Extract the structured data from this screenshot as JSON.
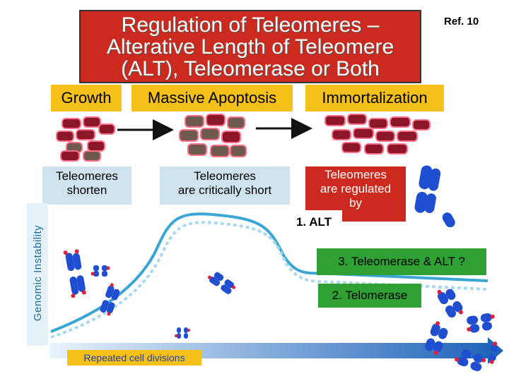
{
  "title": {
    "line1": "Regulation of Teleomeres –",
    "line2": "Alterative Length of Teleomere",
    "line3": "(ALT), Teleomerase or Both"
  },
  "ref": "Ref. 10",
  "stages": {
    "growth": "Growth",
    "apoptosis": "Massive Apoptosis",
    "immortalization": "Immortalization"
  },
  "telomere_states": {
    "shorten": {
      "line1": "Teleomeres",
      "line2": "shorten"
    },
    "critical": {
      "line1": "Teleomeres",
      "line2": "are critically short"
    },
    "regulated": {
      "line1": "Teleomeres",
      "line2": "are regulated",
      "line3": "by"
    }
  },
  "mechanisms": {
    "alt": "1. ALT",
    "telomerase": "2. Telomerase",
    "both": "3. Teleomerase & ALT ?"
  },
  "axis": {
    "y_label": "Genomic Instability",
    "x_label": "Repeated cell divisions"
  },
  "colors": {
    "title_bg": "#cc2a1e",
    "stage_bg": "#f5c018",
    "state_bg": "#cfe3ee",
    "green": "#2fa033",
    "chromosome": "#1f4fd0",
    "telomere_cap": "#e0203a",
    "curve": "#3aa6d8"
  }
}
